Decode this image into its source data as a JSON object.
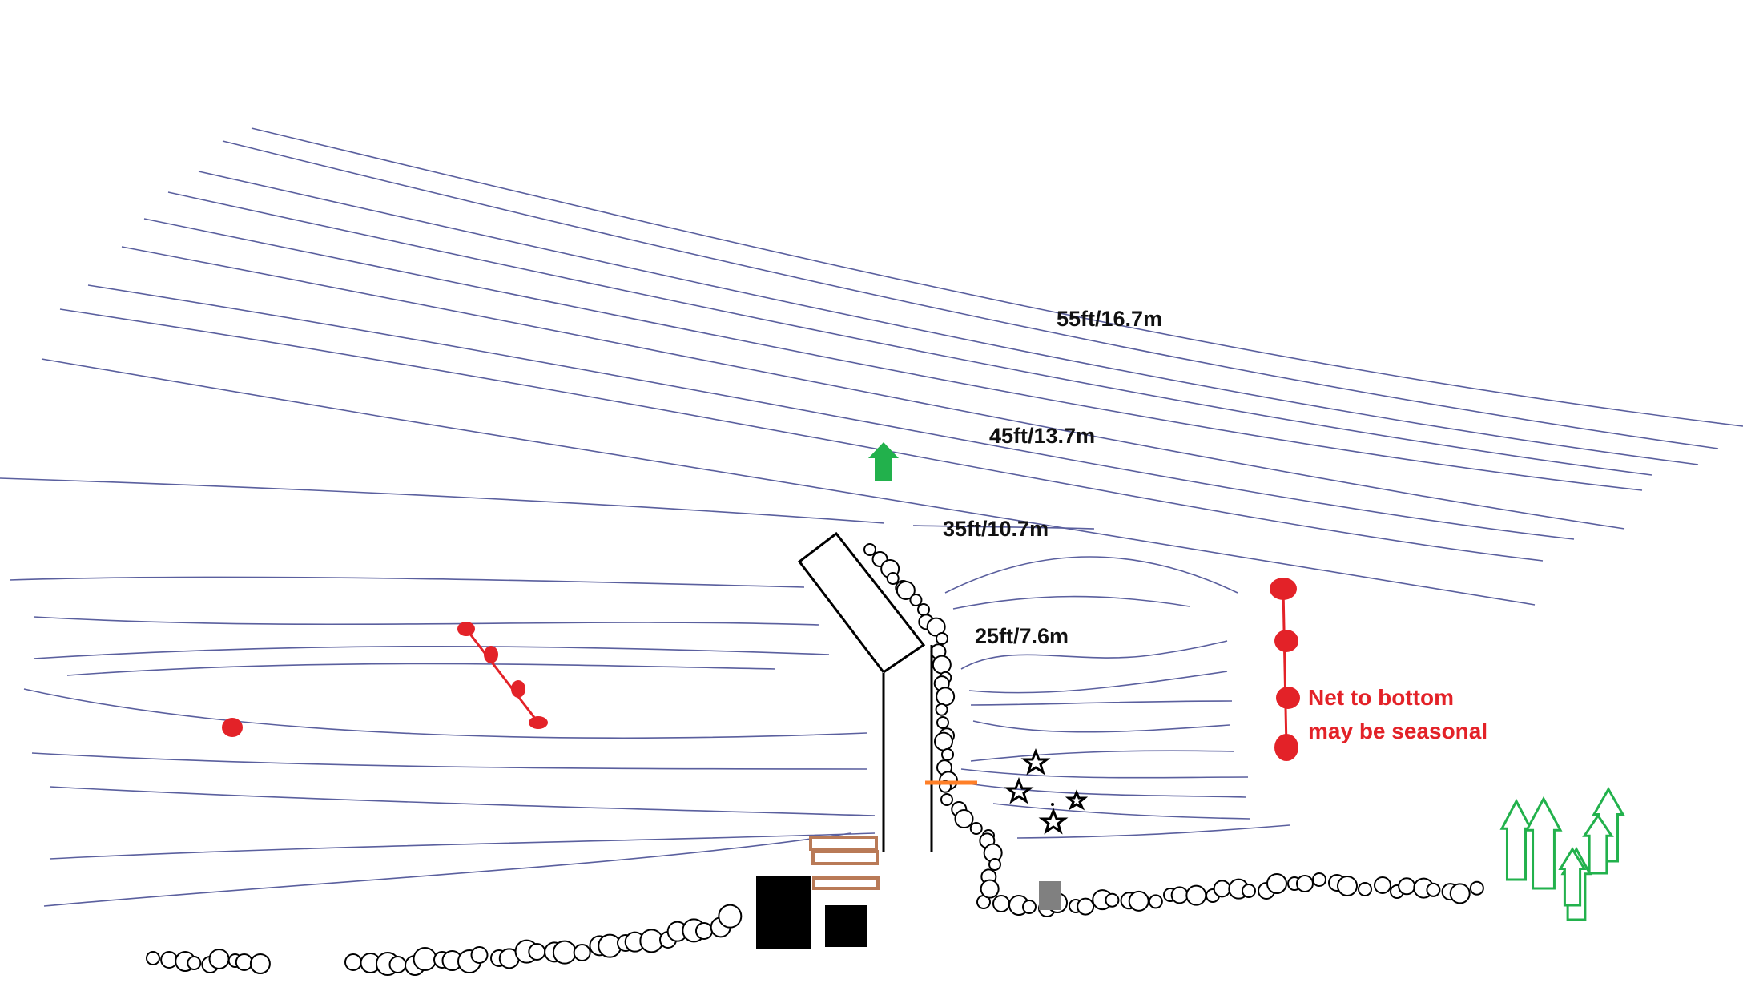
{
  "colors": {
    "contour": "#5a5f9e",
    "buoy": "#e32228",
    "arrow": "#22b14c",
    "trees": "#22b14c",
    "rock": "#000000",
    "dock": "#b97a57",
    "marker": "#ff7f27",
    "block": "#808080"
  },
  "depth_labels": {
    "d55": "55ft/16.7m",
    "d45": "45ft/13.7m",
    "d35": "35ft/10.7m",
    "d25": "25ft/7.6m"
  },
  "note": {
    "line1": "Net to bottom",
    "line2": "may be seasonal"
  },
  "icons": {
    "arrow": "arrow-up-icon",
    "star": "star-icon",
    "tree": "tree-icon"
  }
}
